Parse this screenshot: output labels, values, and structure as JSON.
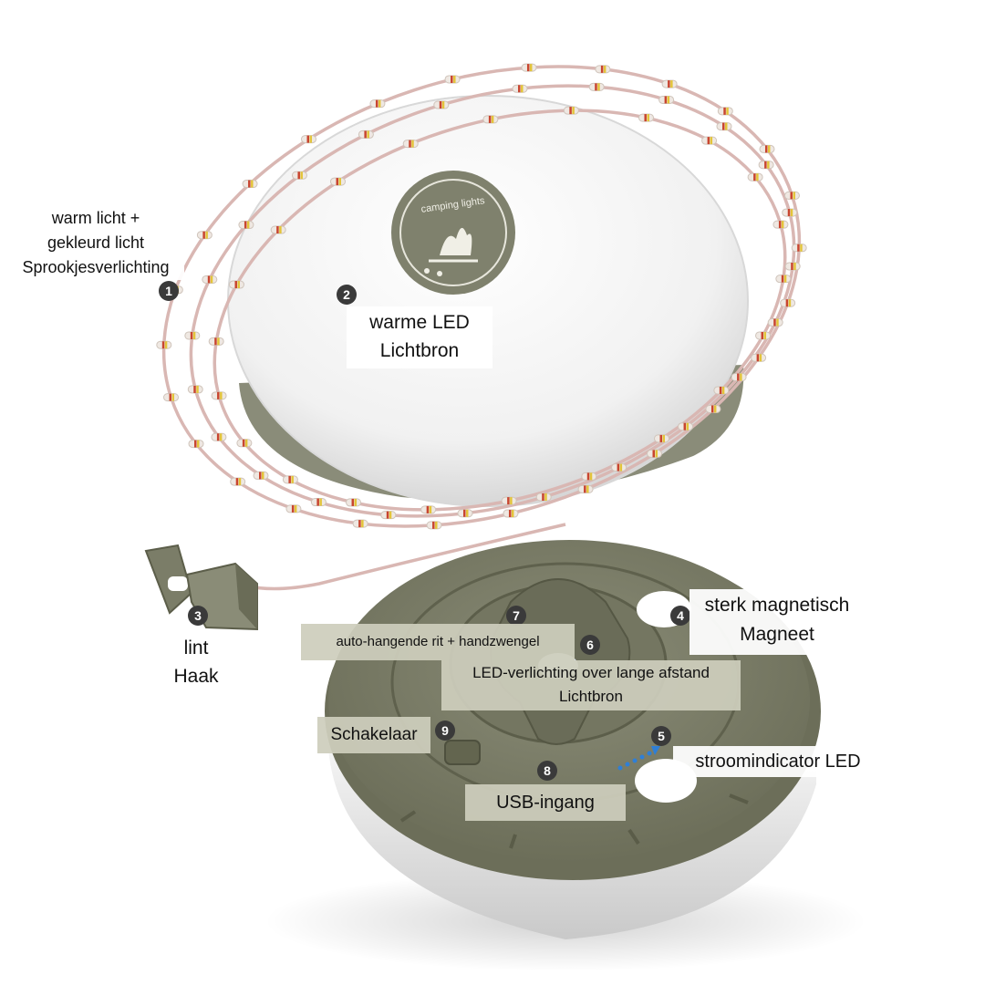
{
  "labels": {
    "fairy_lights": {
      "number": "1",
      "lines": [
        "warm licht +",
        "gekleurd licht",
        "Sprookjesverlichting"
      ]
    },
    "warm_led": {
      "number": "2",
      "lines": [
        "warme LED",
        "Lichtbron"
      ]
    },
    "hook": {
      "number": "3",
      "lines": [
        "lint",
        "Haak"
      ]
    },
    "magnet": {
      "number": "4",
      "lines": [
        "sterk magnetisch",
        "Magneet"
      ]
    },
    "power_indicator": {
      "number": "5",
      "lines": [
        "stroomindicator LED"
      ]
    },
    "long_range": {
      "number": "6",
      "lines": [
        "LED-verlichting over lange afstand",
        "Lichtbron"
      ]
    },
    "auto_hanging": {
      "number": "7",
      "lines": [
        "auto-hangende rit + handzwengel"
      ]
    },
    "usb": {
      "number": "8",
      "lines": [
        "USB-ingang"
      ]
    },
    "switch": {
      "number": "9",
      "lines": [
        "Schakelaar"
      ]
    }
  },
  "logo_text": "camping lights",
  "colors": {
    "olive": "#7b7d68",
    "olive_dark": "#63654f",
    "shell": "#f4f4f4",
    "wire": "#d9b7b3",
    "led_red": "#c8452f",
    "led_yellow": "#e3c43a",
    "arrow": "#2f7fd6"
  }
}
